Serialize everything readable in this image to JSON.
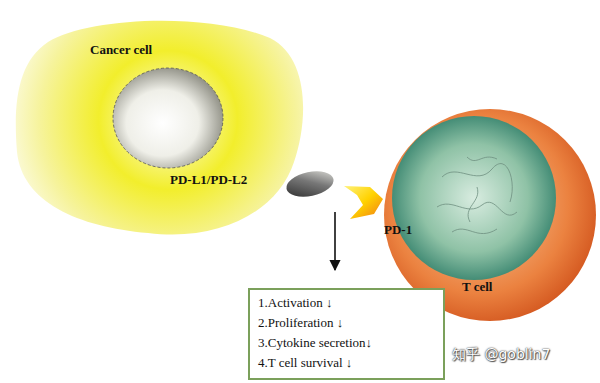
{
  "diagram": {
    "nodes": [
      {
        "text": [
          "Cancer cell"
        ]
      },
      {
        "text": [
          "T cell"
        ]
      },
      {
        "text": [
          "1.Activation ↓",
          "2.Proliferation ↓",
          "3.Cytokine secretion↓",
          "4.T cell survival ↓"
        ]
      }
    ],
    "labels": [
      "PD-L1/PD-L2",
      "PD-1",
      "知乎 @goblin7"
    ]
  }
}
